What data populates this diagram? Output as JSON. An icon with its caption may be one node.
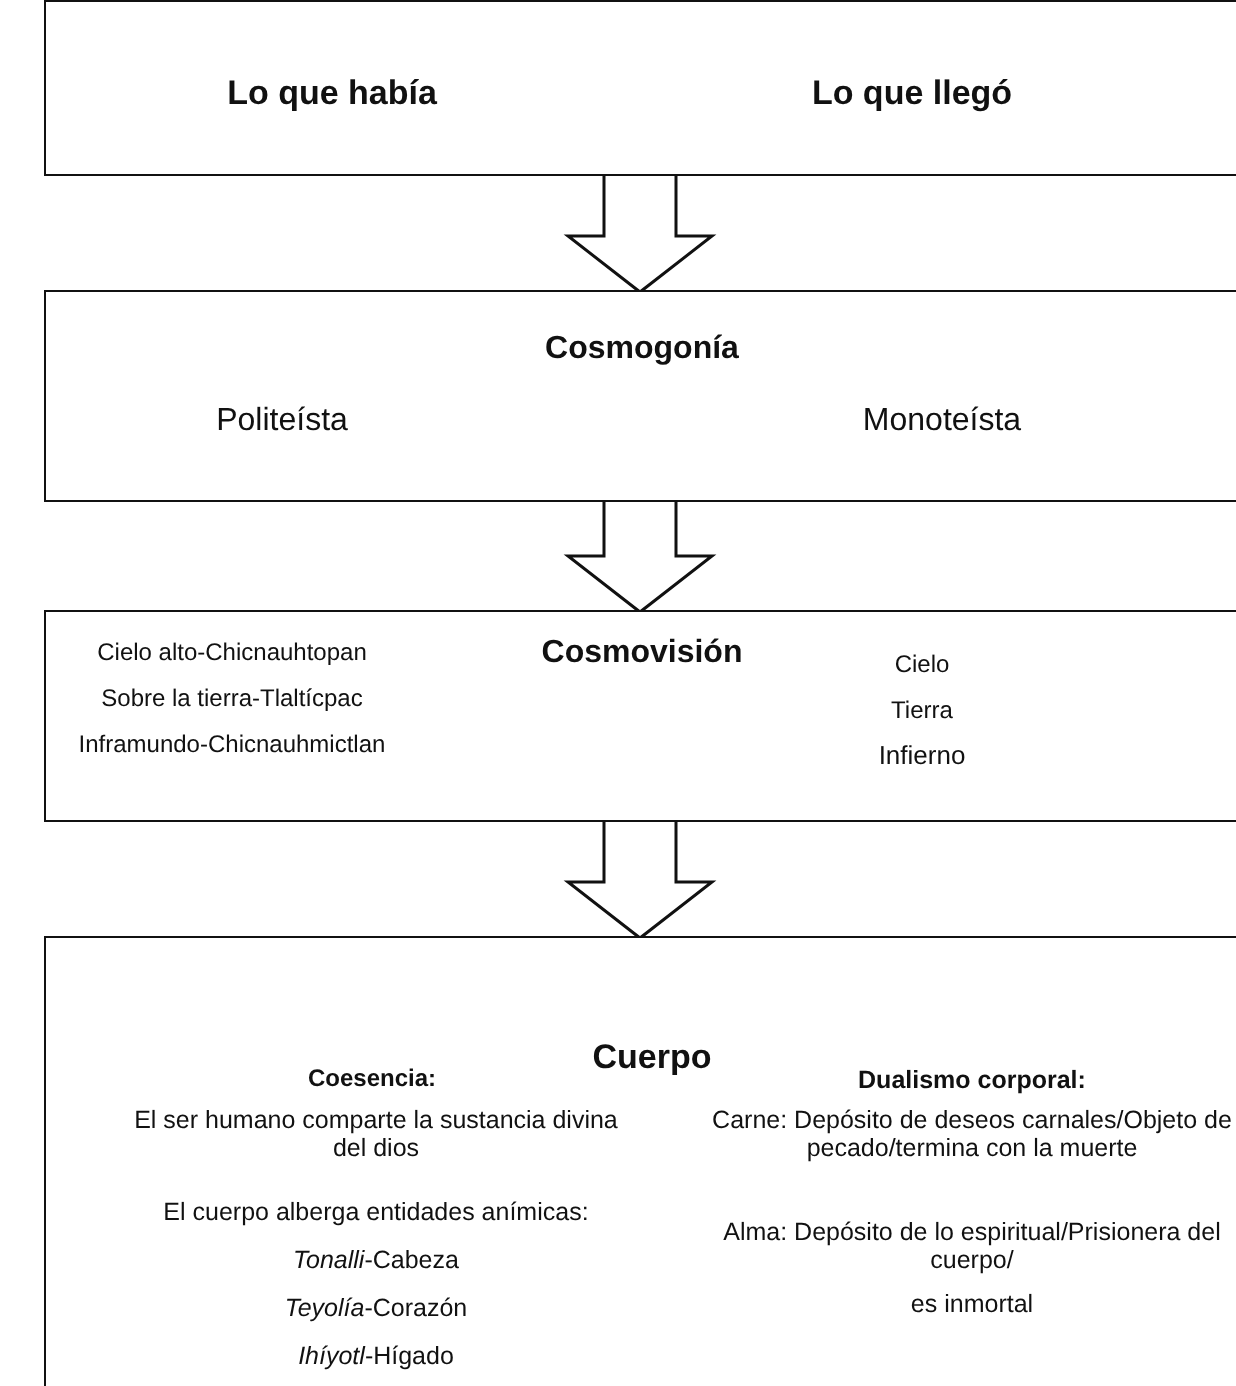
{
  "diagram": {
    "nodes": [
      {
        "text": [
          "Lo que había",
          "Lo que llegó"
        ]
      },
      {
        "text": [
          "Cosmogonía",
          "Politeísta",
          "Monoteísta"
        ]
      },
      {
        "text": [
          "Cosmovisión",
          "Cielo alto-Chicnauhtopan",
          "Sobre la tierra-Tlaltícpac",
          "Inframundo-Chicnauhmictlan",
          "Cielo",
          "Tierra",
          "Infierno"
        ]
      },
      {
        "text": [
          "Cuerpo",
          "Coesencia:",
          "El ser humano comparte la sustancia divina del dios",
          "El cuerpo alberga entidades anímicas:",
          "*Tonalli*-Cabeza",
          "*Teyolía*-Corazón",
          "*Ihíyotl*-Hígado",
          "Dualismo corporal:",
          "Carne: Depósito de deseos carnales/Objeto de pecado/termina con la muerte",
          "Alma: Depósito de lo espiritual/Prisionera del cuerpo/",
          "es inmortal"
        ]
      }
    ],
    "edges": [
      {
        "from": 0,
        "to": 1,
        "arrow": "to"
      },
      {
        "from": 1,
        "to": 2,
        "arrow": "to"
      },
      {
        "from": 2,
        "to": 3,
        "arrow": "to"
      }
    ]
  }
}
